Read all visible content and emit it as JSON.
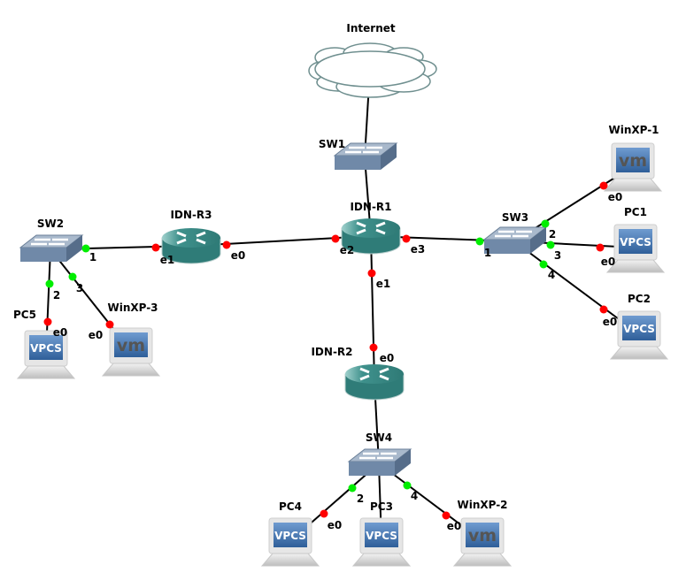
{
  "colors": {
    "link_up": "#00ee00",
    "link_down": "#ff0000",
    "router": "#3a8c88",
    "switch": "#7089a8",
    "cloud_stroke": "#6f8f8f"
  },
  "nodes": [
    {
      "id": "internet",
      "label": "Internet",
      "type": "cloud"
    },
    {
      "id": "sw1",
      "label": "SW1",
      "type": "switch"
    },
    {
      "id": "r1",
      "label": "IDN-R1",
      "type": "router"
    },
    {
      "id": "r3",
      "label": "IDN-R3",
      "type": "router"
    },
    {
      "id": "r2",
      "label": "IDN-R2",
      "type": "router"
    },
    {
      "id": "sw2",
      "label": "SW2",
      "type": "switch"
    },
    {
      "id": "sw3",
      "label": "SW3",
      "type": "switch"
    },
    {
      "id": "sw4",
      "label": "SW4",
      "type": "switch"
    },
    {
      "id": "winxp1",
      "label": "WinXP-1",
      "type": "vm",
      "badge": "vm"
    },
    {
      "id": "pc1",
      "label": "PC1",
      "type": "vpcs",
      "badge": "VPCS"
    },
    {
      "id": "pc2",
      "label": "PC2",
      "type": "vpcs",
      "badge": "VPCS"
    },
    {
      "id": "pc5",
      "label": "PC5",
      "type": "vpcs",
      "badge": "VPCS"
    },
    {
      "id": "winxp3",
      "label": "WinXP-3",
      "type": "vm",
      "badge": "vm"
    },
    {
      "id": "pc4",
      "label": "PC4",
      "type": "vpcs",
      "badge": "VPCS"
    },
    {
      "id": "pc3",
      "label": "PC3",
      "type": "vpcs",
      "badge": "VPCS"
    },
    {
      "id": "winxp2",
      "label": "WinXP-2",
      "type": "vm",
      "badge": "vm"
    }
  ],
  "links": [
    {
      "a": "internet",
      "b": "sw1"
    },
    {
      "a": "sw1",
      "b": "r1"
    },
    {
      "a": "sw2",
      "b": "r3",
      "a_port": "1",
      "a_status": "up",
      "b_port": "e1",
      "b_status": "down"
    },
    {
      "a": "r3",
      "b": "r1",
      "a_port": "e0",
      "a_status": "down",
      "b_port": "e2",
      "b_status": "down"
    },
    {
      "a": "r1",
      "b": "sw3",
      "a_port": "e3",
      "a_status": "down",
      "b_port": "1",
      "b_status": "up"
    },
    {
      "a": "r1",
      "b": "r2",
      "a_port": "e1",
      "a_status": "down",
      "b_port": "e0",
      "b_status": "down"
    },
    {
      "a": "r2",
      "b": "sw4"
    },
    {
      "a": "sw3",
      "b": "winxp1",
      "a_port": "2",
      "a_status": "up",
      "b_port": "e0",
      "b_status": "down"
    },
    {
      "a": "sw3",
      "b": "pc1",
      "a_port": "3",
      "a_status": "up",
      "b_port": "e0",
      "b_status": "down"
    },
    {
      "a": "sw3",
      "b": "pc2",
      "a_port": "4",
      "a_status": "up",
      "b_port": "e0",
      "b_status": "down"
    },
    {
      "a": "sw2",
      "b": "pc5",
      "a_port": "2",
      "a_status": "up",
      "b_port": "e0",
      "b_status": "down"
    },
    {
      "a": "sw2",
      "b": "winxp3",
      "a_port": "3",
      "a_status": "up",
      "b_port": "e0",
      "b_status": "down"
    },
    {
      "a": "sw4",
      "b": "pc4",
      "a_port": "2",
      "a_status": "up",
      "b_port": "e0",
      "b_status": "down"
    },
    {
      "a": "sw4",
      "b": "pc3"
    },
    {
      "a": "sw4",
      "b": "winxp2",
      "a_port": "4",
      "a_status": "up",
      "b_port": "e0",
      "b_status": "down"
    }
  ]
}
